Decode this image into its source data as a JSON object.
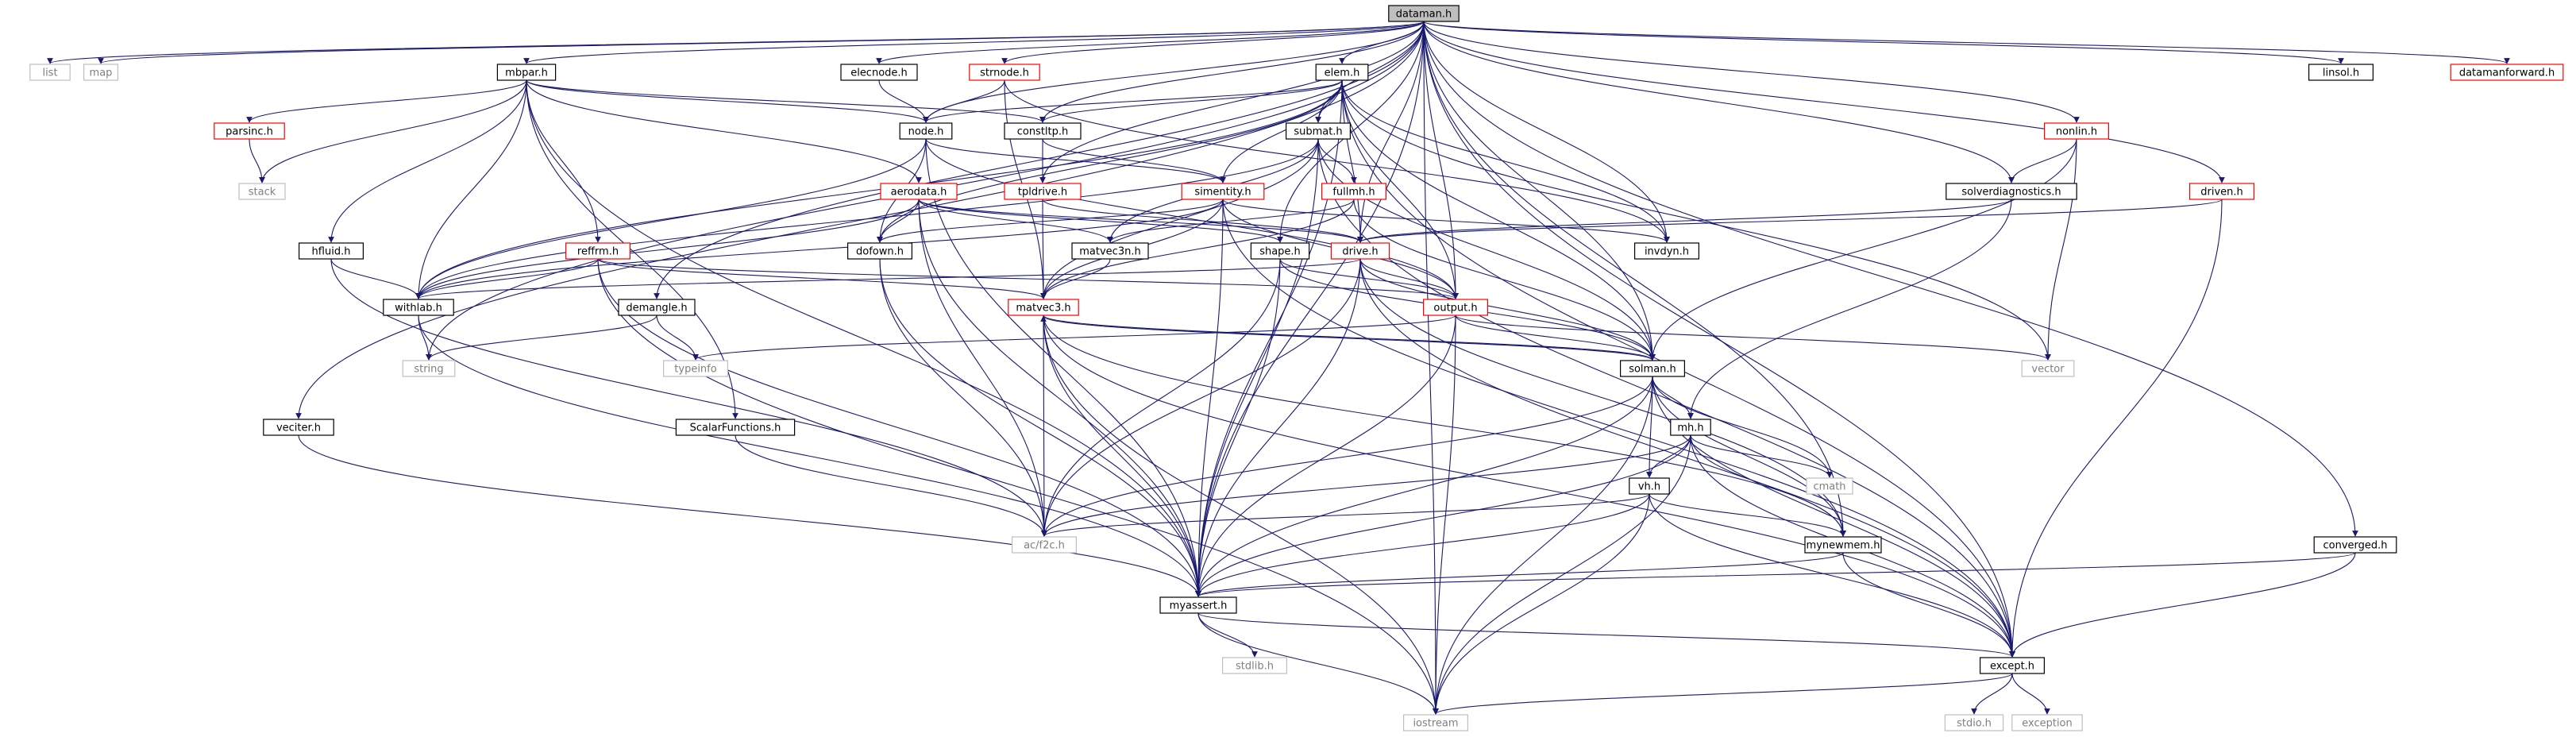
{
  "colors": {
    "root_fill": "#bfbfbf",
    "documented_border": "#000000",
    "undocumented_border": "#ff0000",
    "external_border": "#bfbfbf",
    "external_text": "#7f7f7f",
    "edge": "#191970"
  },
  "nodes": {
    "dataman_h": {
      "label": "dataman.h",
      "kind": "root"
    },
    "list": {
      "label": "list",
      "kind": "external"
    },
    "map": {
      "label": "map",
      "kind": "external"
    },
    "mbpar_h": {
      "label": "mbpar.h",
      "kind": "documented"
    },
    "elecnode_h": {
      "label": "elecnode.h",
      "kind": "documented"
    },
    "strnode_h": {
      "label": "strnode.h",
      "kind": "undocumented"
    },
    "elem_h": {
      "label": "elem.h",
      "kind": "documented"
    },
    "linsol_h": {
      "label": "linsol.h",
      "kind": "documented"
    },
    "datamanforward_h": {
      "label": "datamanforward.h",
      "kind": "undocumented"
    },
    "parsinc_h": {
      "label": "parsinc.h",
      "kind": "undocumented"
    },
    "stack": {
      "label": "stack",
      "kind": "external"
    },
    "node_h": {
      "label": "node.h",
      "kind": "documented"
    },
    "constltp_h": {
      "label": "constltp.h",
      "kind": "documented"
    },
    "submat_h": {
      "label": "submat.h",
      "kind": "documented"
    },
    "nonlin_h": {
      "label": "nonlin.h",
      "kind": "undocumented"
    },
    "solverdiagnostics_h": {
      "label": "solverdiagnostics.h",
      "kind": "documented"
    },
    "driven_h": {
      "label": "driven.h",
      "kind": "undocumented"
    },
    "aerodata_h": {
      "label": "aerodata.h",
      "kind": "undocumented"
    },
    "tpldrive_h": {
      "label": "tpldrive.h",
      "kind": "undocumented"
    },
    "simentity_h": {
      "label": "simentity.h",
      "kind": "undocumented"
    },
    "fullmh_h": {
      "label": "fullmh.h",
      "kind": "undocumented"
    },
    "hfluid_h": {
      "label": "hfluid.h",
      "kind": "documented"
    },
    "reffrm_h": {
      "label": "reffrm.h",
      "kind": "undocumented"
    },
    "dofown_h": {
      "label": "dofown.h",
      "kind": "documented"
    },
    "matvec3n_h": {
      "label": "matvec3n.h",
      "kind": "documented"
    },
    "shape_h": {
      "label": "shape.h",
      "kind": "documented"
    },
    "drive_h": {
      "label": "drive.h",
      "kind": "undocumented"
    },
    "invdyn_h": {
      "label": "invdyn.h",
      "kind": "documented"
    },
    "withlab_h": {
      "label": "withlab.h",
      "kind": "documented"
    },
    "demangle_h": {
      "label": "demangle.h",
      "kind": "documented"
    },
    "matvec3_h": {
      "label": "matvec3.h",
      "kind": "undocumented"
    },
    "output_h": {
      "label": "output.h",
      "kind": "undocumented"
    },
    "string": {
      "label": "string",
      "kind": "external"
    },
    "typeinfo": {
      "label": "typeinfo",
      "kind": "external"
    },
    "solman_h": {
      "label": "solman.h",
      "kind": "documented"
    },
    "vector": {
      "label": "vector",
      "kind": "external"
    },
    "veciter_h": {
      "label": "veciter.h",
      "kind": "documented"
    },
    "scalarfunctions_h": {
      "label": "ScalarFunctions.h",
      "kind": "documented"
    },
    "mh_h": {
      "label": "mh.h",
      "kind": "documented"
    },
    "cmath": {
      "label": "cmath",
      "kind": "external"
    },
    "vh_h": {
      "label": "vh.h",
      "kind": "documented"
    },
    "ac_f2c_h": {
      "label": "ac/f2c.h",
      "kind": "external"
    },
    "mynewmem_h": {
      "label": "mynewmem.h",
      "kind": "documented"
    },
    "converged_h": {
      "label": "converged.h",
      "kind": "documented"
    },
    "myassert_h": {
      "label": "myassert.h",
      "kind": "documented"
    },
    "stdlib_h": {
      "label": "stdlib.h",
      "kind": "external"
    },
    "except_h": {
      "label": "except.h",
      "kind": "documented"
    },
    "iostream": {
      "label": "iostream",
      "kind": "external"
    },
    "stdio_h": {
      "label": "stdio.h",
      "kind": "external"
    },
    "exception": {
      "label": "exception",
      "kind": "external"
    }
  },
  "edges": [
    [
      "dataman_h",
      "list"
    ],
    [
      "dataman_h",
      "map"
    ],
    [
      "dataman_h",
      "mbpar_h"
    ],
    [
      "dataman_h",
      "elecnode_h"
    ],
    [
      "dataman_h",
      "strnode_h"
    ],
    [
      "dataman_h",
      "elem_h"
    ],
    [
      "dataman_h",
      "linsol_h"
    ],
    [
      "dataman_h",
      "datamanforward_h"
    ],
    [
      "dataman_h",
      "node_h"
    ],
    [
      "dataman_h",
      "constltp_h"
    ],
    [
      "dataman_h",
      "submat_h"
    ],
    [
      "dataman_h",
      "nonlin_h"
    ],
    [
      "dataman_h",
      "solverdiagnostics_h"
    ],
    [
      "dataman_h",
      "driven_h"
    ],
    [
      "dataman_h",
      "tpldrive_h"
    ],
    [
      "dataman_h",
      "drive_h"
    ],
    [
      "dataman_h",
      "invdyn_h"
    ],
    [
      "dataman_h",
      "demangle_h"
    ],
    [
      "dataman_h",
      "output_h"
    ],
    [
      "dataman_h",
      "string"
    ],
    [
      "dataman_h",
      "solman_h"
    ],
    [
      "dataman_h",
      "veciter_h"
    ],
    [
      "dataman_h",
      "converged_h"
    ],
    [
      "dataman_h",
      "myassert_h"
    ],
    [
      "dataman_h",
      "except_h"
    ],
    [
      "dataman_h",
      "iostream"
    ],
    [
      "dataman_h",
      "mynewmem_h"
    ],
    [
      "dataman_h",
      "shape_h"
    ],
    [
      "mbpar_h",
      "parsinc_h"
    ],
    [
      "mbpar_h",
      "stack"
    ],
    [
      "mbpar_h",
      "hfluid_h"
    ],
    [
      "mbpar_h",
      "reffrm_h"
    ],
    [
      "mbpar_h",
      "aerodata_h"
    ],
    [
      "mbpar_h",
      "node_h"
    ],
    [
      "mbpar_h",
      "constltp_h"
    ],
    [
      "mbpar_h",
      "scalarfunctions_h"
    ],
    [
      "mbpar_h",
      "withlab_h"
    ],
    [
      "mbpar_h",
      "myassert_h"
    ],
    [
      "parsinc_h",
      "stack"
    ],
    [
      "elecnode_h",
      "node_h"
    ],
    [
      "strnode_h",
      "node_h"
    ],
    [
      "strnode_h",
      "matvec3_h"
    ],
    [
      "strnode_h",
      "invdyn_h"
    ],
    [
      "elem_h",
      "node_h"
    ],
    [
      "elem_h",
      "constltp_h"
    ],
    [
      "elem_h",
      "submat_h"
    ],
    [
      "elem_h",
      "simentity_h"
    ],
    [
      "elem_h",
      "withlab_h"
    ],
    [
      "elem_h",
      "invdyn_h"
    ],
    [
      "elem_h",
      "output_h"
    ],
    [
      "elem_h",
      "solman_h"
    ],
    [
      "elem_h",
      "myassert_h"
    ],
    [
      "elem_h",
      "except_h"
    ],
    [
      "elem_h",
      "vector"
    ],
    [
      "elem_h",
      "drive_h"
    ],
    [
      "elem_h",
      "dofown_h"
    ],
    [
      "node_h",
      "withlab_h"
    ],
    [
      "node_h",
      "dofown_h"
    ],
    [
      "node_h",
      "simentity_h"
    ],
    [
      "node_h",
      "output_h"
    ],
    [
      "node_h",
      "myassert_h"
    ],
    [
      "constltp_h",
      "tpldrive_h"
    ],
    [
      "constltp_h",
      "simentity_h"
    ],
    [
      "submat_h",
      "myassert_h"
    ],
    [
      "submat_h",
      "matvec3_h"
    ],
    [
      "submat_h",
      "matvec3n_h"
    ],
    [
      "submat_h",
      "except_h"
    ],
    [
      "submat_h",
      "solman_h"
    ],
    [
      "submat_h",
      "fullmh_h"
    ],
    [
      "submat_h",
      "withlab_h"
    ],
    [
      "nonlin_h",
      "solverdiagnostics_h"
    ],
    [
      "nonlin_h",
      "vector"
    ],
    [
      "nonlin_h",
      "solman_h"
    ],
    [
      "solverdiagnostics_h",
      "drive_h"
    ],
    [
      "solverdiagnostics_h",
      "mh_h"
    ],
    [
      "driven_h",
      "drive_h"
    ],
    [
      "driven_h",
      "except_h"
    ],
    [
      "aerodata_h",
      "withlab_h"
    ],
    [
      "aerodata_h",
      "dofown_h"
    ],
    [
      "aerodata_h",
      "matvec3n_h"
    ],
    [
      "aerodata_h",
      "shape_h"
    ],
    [
      "aerodata_h",
      "drive_h"
    ],
    [
      "aerodata_h",
      "ac_f2c_h"
    ],
    [
      "aerodata_h",
      "myassert_h"
    ],
    [
      "tpldrive_h",
      "drive_h"
    ],
    [
      "tpldrive_h",
      "matvec3_h"
    ],
    [
      "simentity_h",
      "withlab_h"
    ],
    [
      "simentity_h",
      "dofown_h"
    ],
    [
      "simentity_h",
      "output_h"
    ],
    [
      "simentity_h",
      "invdyn_h"
    ],
    [
      "simentity_h",
      "matvec3_h"
    ],
    [
      "simentity_h",
      "myassert_h"
    ],
    [
      "simentity_h",
      "except_h"
    ],
    [
      "fullmh_h",
      "solman_h"
    ],
    [
      "fullmh_h",
      "matvec3n_h"
    ],
    [
      "fullmh_h",
      "matvec3_h"
    ],
    [
      "hfluid_h",
      "withlab_h"
    ],
    [
      "hfluid_h",
      "ac_f2c_h"
    ],
    [
      "reffrm_h",
      "withlab_h"
    ],
    [
      "reffrm_h",
      "matvec3_h"
    ],
    [
      "reffrm_h",
      "myassert_h"
    ],
    [
      "reffrm_h",
      "iostream"
    ],
    [
      "reffrm_h",
      "output_h"
    ],
    [
      "dofown_h",
      "ac_f2c_h"
    ],
    [
      "dofown_h",
      "myassert_h"
    ],
    [
      "matvec3n_h",
      "matvec3_h"
    ],
    [
      "shape_h",
      "output_h"
    ],
    [
      "shape_h",
      "myassert_h"
    ],
    [
      "shape_h",
      "ac_f2c_h"
    ],
    [
      "shape_h",
      "solman_h"
    ],
    [
      "drive_h",
      "withlab_h"
    ],
    [
      "drive_h",
      "output_h"
    ],
    [
      "drive_h",
      "solman_h"
    ],
    [
      "drive_h",
      "myassert_h"
    ],
    [
      "drive_h",
      "ac_f2c_h"
    ],
    [
      "drive_h",
      "mynewmem_h"
    ],
    [
      "drive_h",
      "except_h"
    ],
    [
      "withlab_h",
      "string"
    ],
    [
      "withlab_h",
      "myassert_h"
    ],
    [
      "demangle_h",
      "string"
    ],
    [
      "demangle_h",
      "typeinfo"
    ],
    [
      "matvec3_h",
      "ac_f2c_h"
    ],
    [
      "matvec3_h",
      "myassert_h"
    ],
    [
      "matvec3_h",
      "except_h"
    ],
    [
      "matvec3_h",
      "solman_h"
    ],
    [
      "matvec3_h",
      "iostream"
    ],
    [
      "matvec3_h",
      "mynewmem_h"
    ],
    [
      "output_h",
      "solman_h"
    ],
    [
      "output_h",
      "iostream"
    ],
    [
      "output_h",
      "vector"
    ],
    [
      "output_h",
      "typeinfo"
    ],
    [
      "output_h",
      "myassert_h"
    ],
    [
      "solman_h",
      "mh_h"
    ],
    [
      "solman_h",
      "vh_h"
    ],
    [
      "solman_h",
      "myassert_h"
    ],
    [
      "solman_h",
      "except_h"
    ],
    [
      "solman_h",
      "mynewmem_h"
    ],
    [
      "solman_h",
      "cmath"
    ],
    [
      "solman_h",
      "ac_f2c_h"
    ],
    [
      "solman_h",
      "iostream"
    ],
    [
      "solman_h",
      "matvec3_h"
    ],
    [
      "veciter_h",
      "myassert_h"
    ],
    [
      "scalarfunctions_h",
      "ac_f2c_h"
    ],
    [
      "mh_h",
      "vh_h"
    ],
    [
      "mh_h",
      "cmath"
    ],
    [
      "mh_h",
      "mynewmem_h"
    ],
    [
      "mh_h",
      "myassert_h"
    ],
    [
      "mh_h",
      "except_h"
    ],
    [
      "mh_h",
      "ac_f2c_h"
    ],
    [
      "mh_h",
      "iostream"
    ],
    [
      "vh_h",
      "ac_f2c_h"
    ],
    [
      "vh_h",
      "mynewmem_h"
    ],
    [
      "vh_h",
      "myassert_h"
    ],
    [
      "vh_h",
      "except_h"
    ],
    [
      "vh_h",
      "iostream"
    ],
    [
      "mynewmem_h",
      "myassert_h"
    ],
    [
      "mynewmem_h",
      "except_h"
    ],
    [
      "converged_h",
      "myassert_h"
    ],
    [
      "converged_h",
      "except_h"
    ],
    [
      "myassert_h",
      "stdlib_h"
    ],
    [
      "myassert_h",
      "except_h"
    ],
    [
      "myassert_h",
      "iostream"
    ],
    [
      "except_h",
      "stdio_h"
    ],
    [
      "except_h",
      "exception"
    ],
    [
      "except_h",
      "iostream"
    ]
  ]
}
